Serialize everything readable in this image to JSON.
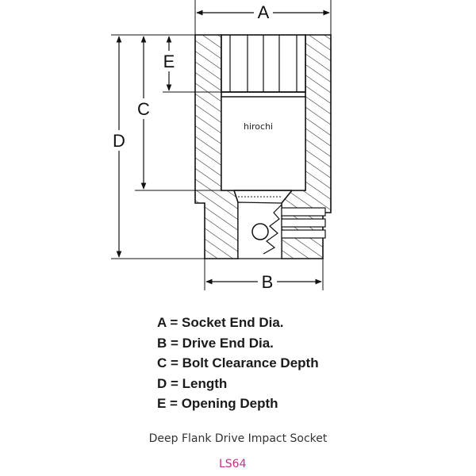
{
  "diagram": {
    "dimension_labels": {
      "a": "A",
      "b": "B",
      "c": "C",
      "d": "D",
      "e": "E"
    },
    "watermark": "hirochi"
  },
  "legend": [
    "A = Socket End Dia.",
    "B = Drive End Dia.",
    "C = Bolt Clearance Depth",
    "D = Length",
    "E = Opening Depth"
  ],
  "caption": "Deep Flank Drive Impact Socket",
  "model": "LS64",
  "colors": {
    "line": "#111111",
    "model_text": "#d02a8a"
  }
}
